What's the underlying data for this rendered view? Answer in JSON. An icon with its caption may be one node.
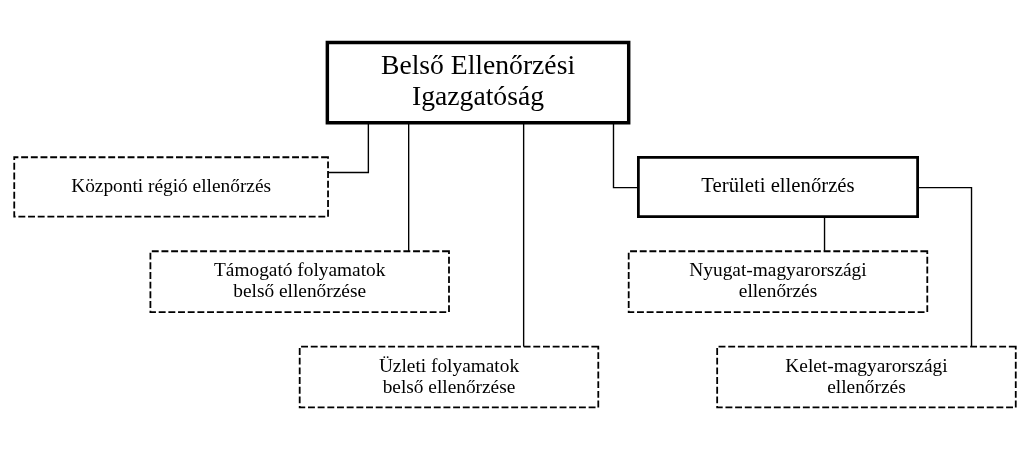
{
  "diagram": {
    "nodes": [
      {
        "text": [
          "Belső Ellenőrzési Igazgatóság"
        ]
      },
      {
        "text": [
          "Központi régió ellenőrzés"
        ]
      },
      {
        "text": [
          "Támogató folyamatok belső ellenőrzése"
        ]
      },
      {
        "text": [
          "Üzleti folyamatok belső ellenőrzése"
        ]
      },
      {
        "text": [
          "Területi ellenőrzés"
        ]
      },
      {
        "text": [
          "Nyugat-magyarországi ellenőrzés"
        ]
      },
      {
        "text": [
          "Kelet-magyarországi ellenőrzés"
        ]
      }
    ],
    "edges": [
      {
        "from": 0,
        "to": 1,
        "arrow": "none"
      },
      {
        "from": 0,
        "to": 2,
        "arrow": "none"
      },
      {
        "from": 0,
        "to": 3,
        "arrow": "none"
      },
      {
        "from": 0,
        "to": 4,
        "arrow": "none"
      },
      {
        "from": 4,
        "to": 5,
        "arrow": "none"
      },
      {
        "from": 4,
        "to": 6,
        "arrow": "none"
      }
    ]
  }
}
